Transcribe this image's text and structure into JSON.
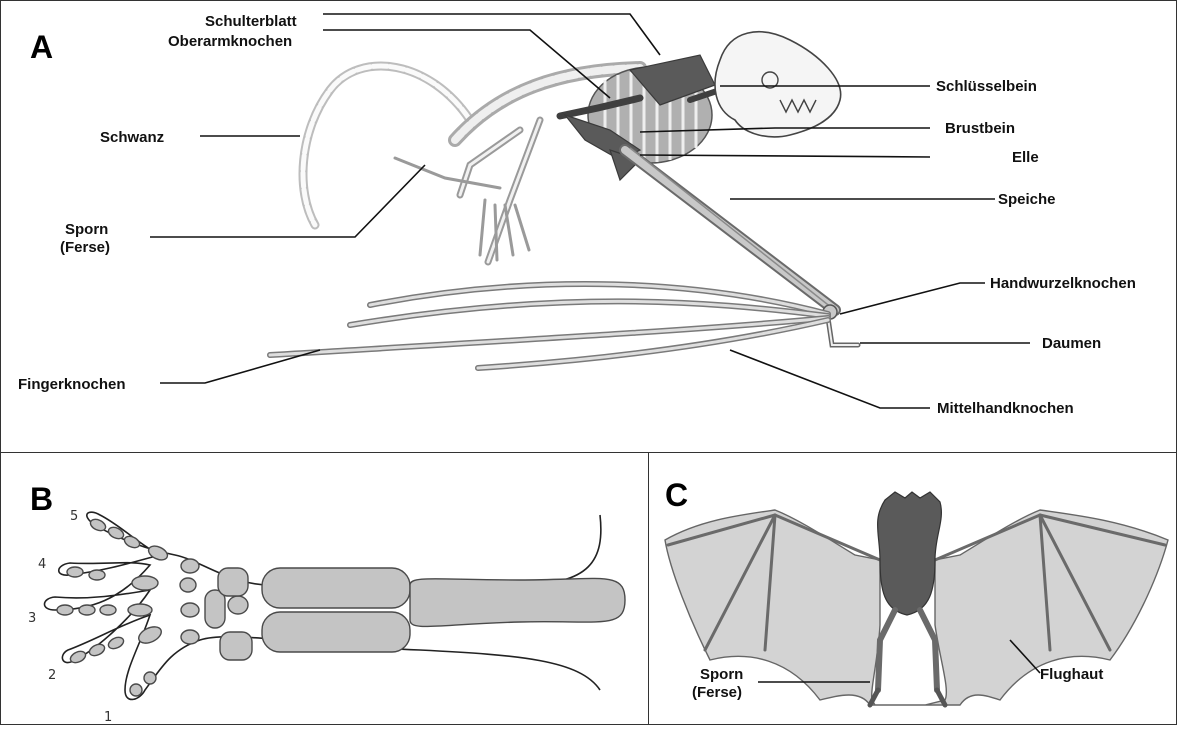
{
  "panel_a": {
    "letter": "A",
    "labels": {
      "schulterblatt": "Schulterblatt",
      "oberarmknochen": "Oberarmknochen",
      "schluesselbein": "Schlüsselbein",
      "schwanz": "Schwanz",
      "brustbein": "Brustbein",
      "elle": "Elle",
      "speiche": "Speiche",
      "sporn_1": "Sporn",
      "sporn_2": "(Ferse)",
      "handwurzelknochen": "Handwurzelknochen",
      "daumen": "Daumen",
      "fingerknochen": "Fingerknochen",
      "mittelhandknochen": "Mittelhandknochen"
    }
  },
  "panel_b": {
    "letter": "B",
    "digits": [
      "1",
      "2",
      "3",
      "4",
      "5"
    ]
  },
  "panel_c": {
    "letter": "C",
    "labels": {
      "sporn_1": "Sporn",
      "sporn_2": "(Ferse)",
      "flughaut": "Flughaut"
    }
  }
}
